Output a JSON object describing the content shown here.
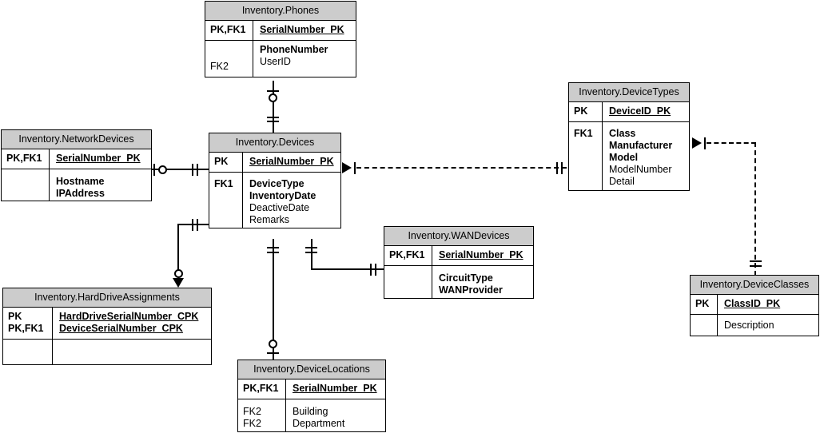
{
  "diagram": {
    "title": "Inventory database entity relationship diagram",
    "background_color": "#ffffff",
    "header_fill_color": "#cccccc",
    "line_color": "#000000"
  },
  "entities": {
    "phones": {
      "title": "Inventory.Phones",
      "pk_key": "PK,FK1",
      "pk_attr": "SerialNumber_PK",
      "fk_key": "FK2",
      "attrs": [
        "PhoneNumber",
        "UserID"
      ]
    },
    "network_devices": {
      "title": "Inventory.NetworkDevices",
      "pk_key": "PK,FK1",
      "pk_attr": "SerialNumber_PK",
      "fk_key": "",
      "attrs": [
        "Hostname",
        "IPAddress"
      ]
    },
    "devices": {
      "title": "Inventory.Devices",
      "pk_key": "PK",
      "pk_attr": "SerialNumber_PK",
      "fk_key": "FK1",
      "attrs": [
        "DeviceType",
        "InventoryDate",
        "DeactiveDate",
        "Remarks"
      ]
    },
    "device_types": {
      "title": "Inventory.DeviceTypes",
      "pk_key": "PK",
      "pk_attr": "DeviceID_PK",
      "fk_key": "FK1",
      "attrs": [
        "Class",
        "Manufacturer",
        "Model",
        "ModelNumber",
        "Detail"
      ]
    },
    "device_classes": {
      "title": "Inventory.DeviceClasses",
      "pk_key": "PK",
      "pk_attr": "ClassID_PK",
      "fk_key": "",
      "attrs": [
        "Description"
      ]
    },
    "wan_devices": {
      "title": "Inventory.WANDevices",
      "pk_key": "PK,FK1",
      "pk_attr": "SerialNumber_PK",
      "fk_key": "",
      "attrs": [
        "CircuitType",
        "WANProvider"
      ]
    },
    "hard_drive_assignments": {
      "title": "Inventory.HardDriveAssignments",
      "pk_key_line1": "PK",
      "pk_key_line2": "PK,FK1",
      "pk_attr_line1": "HardDriveSerialNumber_CPK",
      "pk_attr_line2": "DeviceSerialNumber_CPK",
      "fk_key": "",
      "attrs": []
    },
    "device_locations": {
      "title": "Inventory.DeviceLocations",
      "pk_key": "PK,FK1",
      "pk_attr": "SerialNumber_PK",
      "fk_key_line1": "FK2",
      "fk_key_line2": "FK2",
      "attrs": [
        "Building",
        "Department"
      ]
    }
  },
  "relationships": [
    {
      "name": "phones-to-devices",
      "from": "Inventory.Phones",
      "to": "Inventory.Devices",
      "style": "solid",
      "from_cardinality": "zero-or-one",
      "to_cardinality": "one-and-only-one"
    },
    {
      "name": "networkdevices-to-devices",
      "from": "Inventory.NetworkDevices",
      "to": "Inventory.Devices",
      "style": "solid",
      "from_cardinality": "zero-or-one",
      "to_cardinality": "one-and-only-one"
    },
    {
      "name": "devices-to-devicetypes",
      "from": "Inventory.Devices",
      "to": "Inventory.DeviceTypes",
      "style": "dashed",
      "from_cardinality": "many-one",
      "to_cardinality": "one-and-only-one"
    },
    {
      "name": "devicetypes-to-deviceclasses",
      "from": "Inventory.DeviceTypes",
      "to": "Inventory.DeviceClasses",
      "style": "dashed",
      "from_cardinality": "many-one",
      "to_cardinality": "one-and-only-one"
    },
    {
      "name": "devices-to-harddriveassignments",
      "from": "Inventory.Devices",
      "to": "Inventory.HardDriveAssignments",
      "style": "solid",
      "from_cardinality": "one-and-only-one",
      "to_cardinality": "zero-or-many"
    },
    {
      "name": "devices-to-wandevices",
      "from": "Inventory.Devices",
      "to": "Inventory.WANDevices",
      "style": "solid",
      "from_cardinality": "one-and-only-one",
      "to_cardinality": "one-and-only-one"
    },
    {
      "name": "devices-to-devicelocations",
      "from": "Inventory.Devices",
      "to": "Inventory.DeviceLocations",
      "style": "solid",
      "from_cardinality": "one-and-only-one",
      "to_cardinality": "zero-or-one"
    }
  ]
}
